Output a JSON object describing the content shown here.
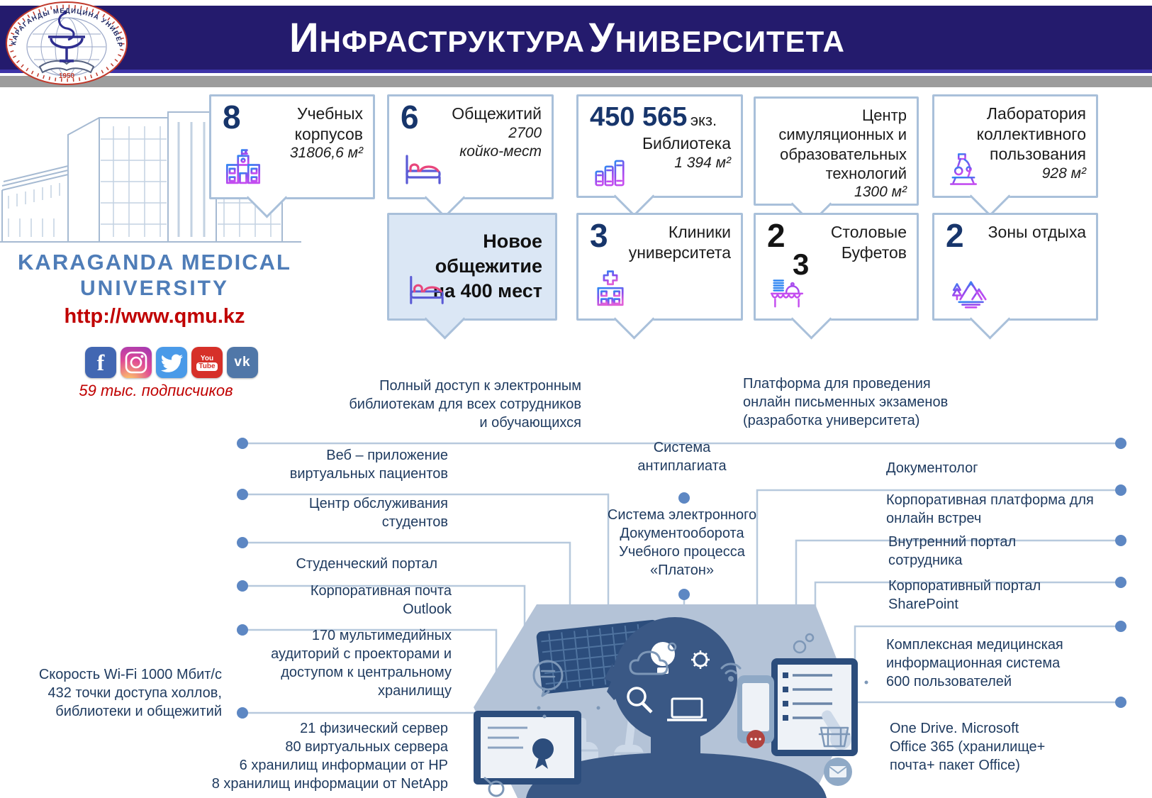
{
  "header": {
    "title": [
      {
        "lead": "И",
        "rest": "НФРАСТРУКТУРА"
      },
      {
        "lead": "У",
        "rest": "НИВЕРСИТЕТА"
      }
    ]
  },
  "logo": {
    "arc_text": "КАРАГАНДЫ МЕДИЦИНА УНИВЕРСИТЕТІ",
    "year": "1950"
  },
  "left_panel": {
    "university_name_line1": "KARAGANDA MEDICAL",
    "university_name_line2": "UNIVERSITY",
    "website": "http://www.qmu.kz",
    "followers": "59 тыс. подписчиков",
    "social": {
      "facebook_label": "f",
      "youtube_line1": "You",
      "youtube_line2": "Tube",
      "vk_label": "vk",
      "icons": [
        "facebook-icon",
        "instagram-icon",
        "twitter-icon",
        "youtube-icon",
        "vk-icon"
      ]
    }
  },
  "stat_boxes": [
    {
      "number": "8",
      "label": "Учебных\nкорпусов",
      "detail": "31806,6 м²",
      "icon": "school-building-icon"
    },
    {
      "number": "6",
      "label": "Общежитий",
      "detail": "2700\nкойко-мест",
      "icon": "bed-icon"
    },
    {
      "number": "450 565",
      "number_suffix": "экз.",
      "label": "Библиотека",
      "detail": "1 394 м²",
      "icon": "library-books-icon"
    },
    {
      "label": "Центр\nсимуляционных и\nобразовательных\nтехнологий",
      "detail": "1300 м²"
    },
    {
      "label": "Лаборатория\nколлективного\nпользования",
      "detail": "928 м²",
      "icon": "microscope-icon"
    },
    {
      "label": "Новое общежитие\nна 400 мест",
      "icon": "bed-icon",
      "highlight": true
    },
    {
      "number": "3",
      "label": "Клиники\nуниверситета",
      "icon": "clinic-icon"
    },
    {
      "number": "2",
      "number2": "3",
      "label": "Столовые\nБуфетов",
      "icon": "canteen-icon"
    },
    {
      "number": "2",
      "label": "Зоны отдыха",
      "icon": "recreation-icon"
    }
  ],
  "mindmap": {
    "left_items": [
      {
        "label": "Полный доступ к электронным\nбиблиотекам для всех сотрудников\nи обучающихся"
      },
      {
        "label": "Веб – приложение\nвиртуальных пациентов"
      },
      {
        "label": "Центр обслуживания\nстудентов"
      },
      {
        "label": "Студенческий портал"
      },
      {
        "label": "Корпоративная почта\nOutlook"
      },
      {
        "label": "170 мультимедийных\nаудиторий с проекторами и\nдоступом к центральному\nхранилищу"
      },
      {
        "label": "21 физический сервер\n80 виртуальных сервера\n6 хранилищ информации от HP\n8 хранилищ информации от NetApp"
      }
    ],
    "wifi_label": "Скорость Wi-Fi 1000 Мбит/с\n432 точки доступа холлов,\nбиблиотеки и общежитий",
    "center_items": [
      {
        "label": "Система\nантиплагиата"
      },
      {
        "label": "Система электронного\nДокументооборота\nУчебного процесса\n«Платон»"
      }
    ],
    "right_items": [
      {
        "label": "Платформа для проведения\nонлайн письменных экзаменов\n(разработка университета)"
      },
      {
        "label": "Документолог"
      },
      {
        "label": "Корпоративная платформа для\nонлайн встреч"
      },
      {
        "label": "Внутренний портал\nсотрудника"
      },
      {
        "label": "Корпоративный портал\nSharePoint"
      },
      {
        "label": "Комплексная медицинская\nинформационная система\n600 пользователей"
      },
      {
        "label": "One Drive. Microsoft\nOffice 365 (хранилище+\nпочта+ пакет Office)"
      }
    ]
  },
  "colors": {
    "header_bg": "#241b6d",
    "accent_navy": "#17356b",
    "box_border": "#a9c0da",
    "highlight_fill": "#dbe7f5",
    "connector_line": "#b7c9dd",
    "connector_dot": "#5d87c3",
    "label_text": "#1e3a5f",
    "red": "#c00000",
    "icon_blue": "#2f86f2",
    "icon_purple": "#c44df0",
    "icon_pink": "#e8467c",
    "illustration_bg": "#b4c3d7",
    "illustration_dark": "#3a5885"
  }
}
